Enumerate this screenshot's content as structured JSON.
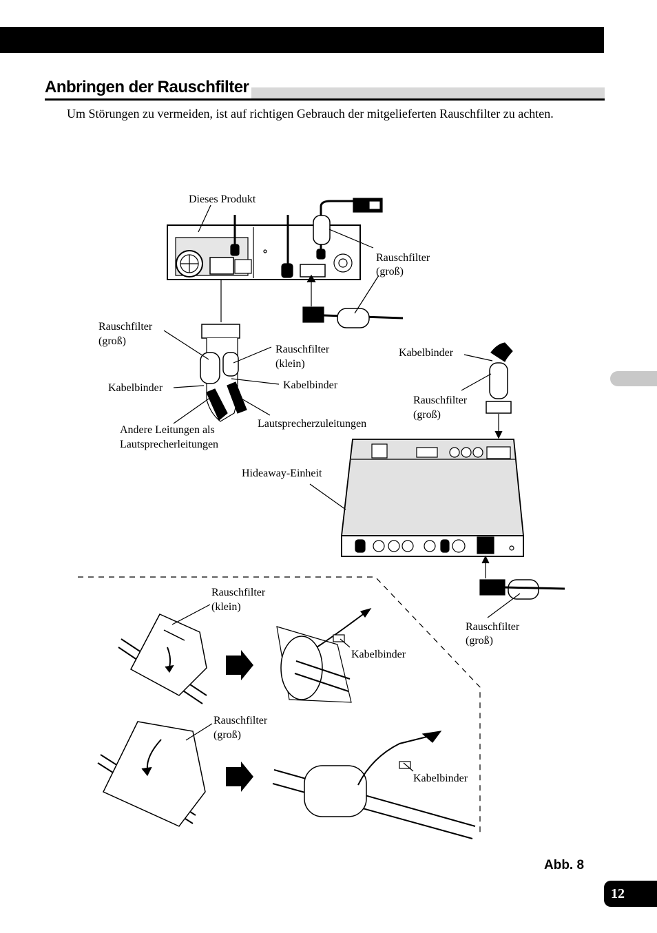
{
  "header": {
    "title": "Anbringen der Rauschfilter",
    "intro": "Um Störungen zu vermeiden, ist auf richtigen Gebrauch der mitgelieferten Rauschfilter zu achten."
  },
  "figure": {
    "label": "Abb. 8",
    "labels": {
      "dieses_produkt": "Dieses Produkt",
      "rauschfilter": "Rauschfilter",
      "gross": "(groß)",
      "klein": "(klein)",
      "kabelbinder": "Kabelbinder",
      "andere_1": "Andere Leitungen als",
      "andere_2": "Lautsprecherleitungen",
      "lautsprecher": "Lautsprecherzuleitungen",
      "hideaway": "Hideaway-Einheit"
    }
  },
  "page": {
    "number": "12"
  }
}
